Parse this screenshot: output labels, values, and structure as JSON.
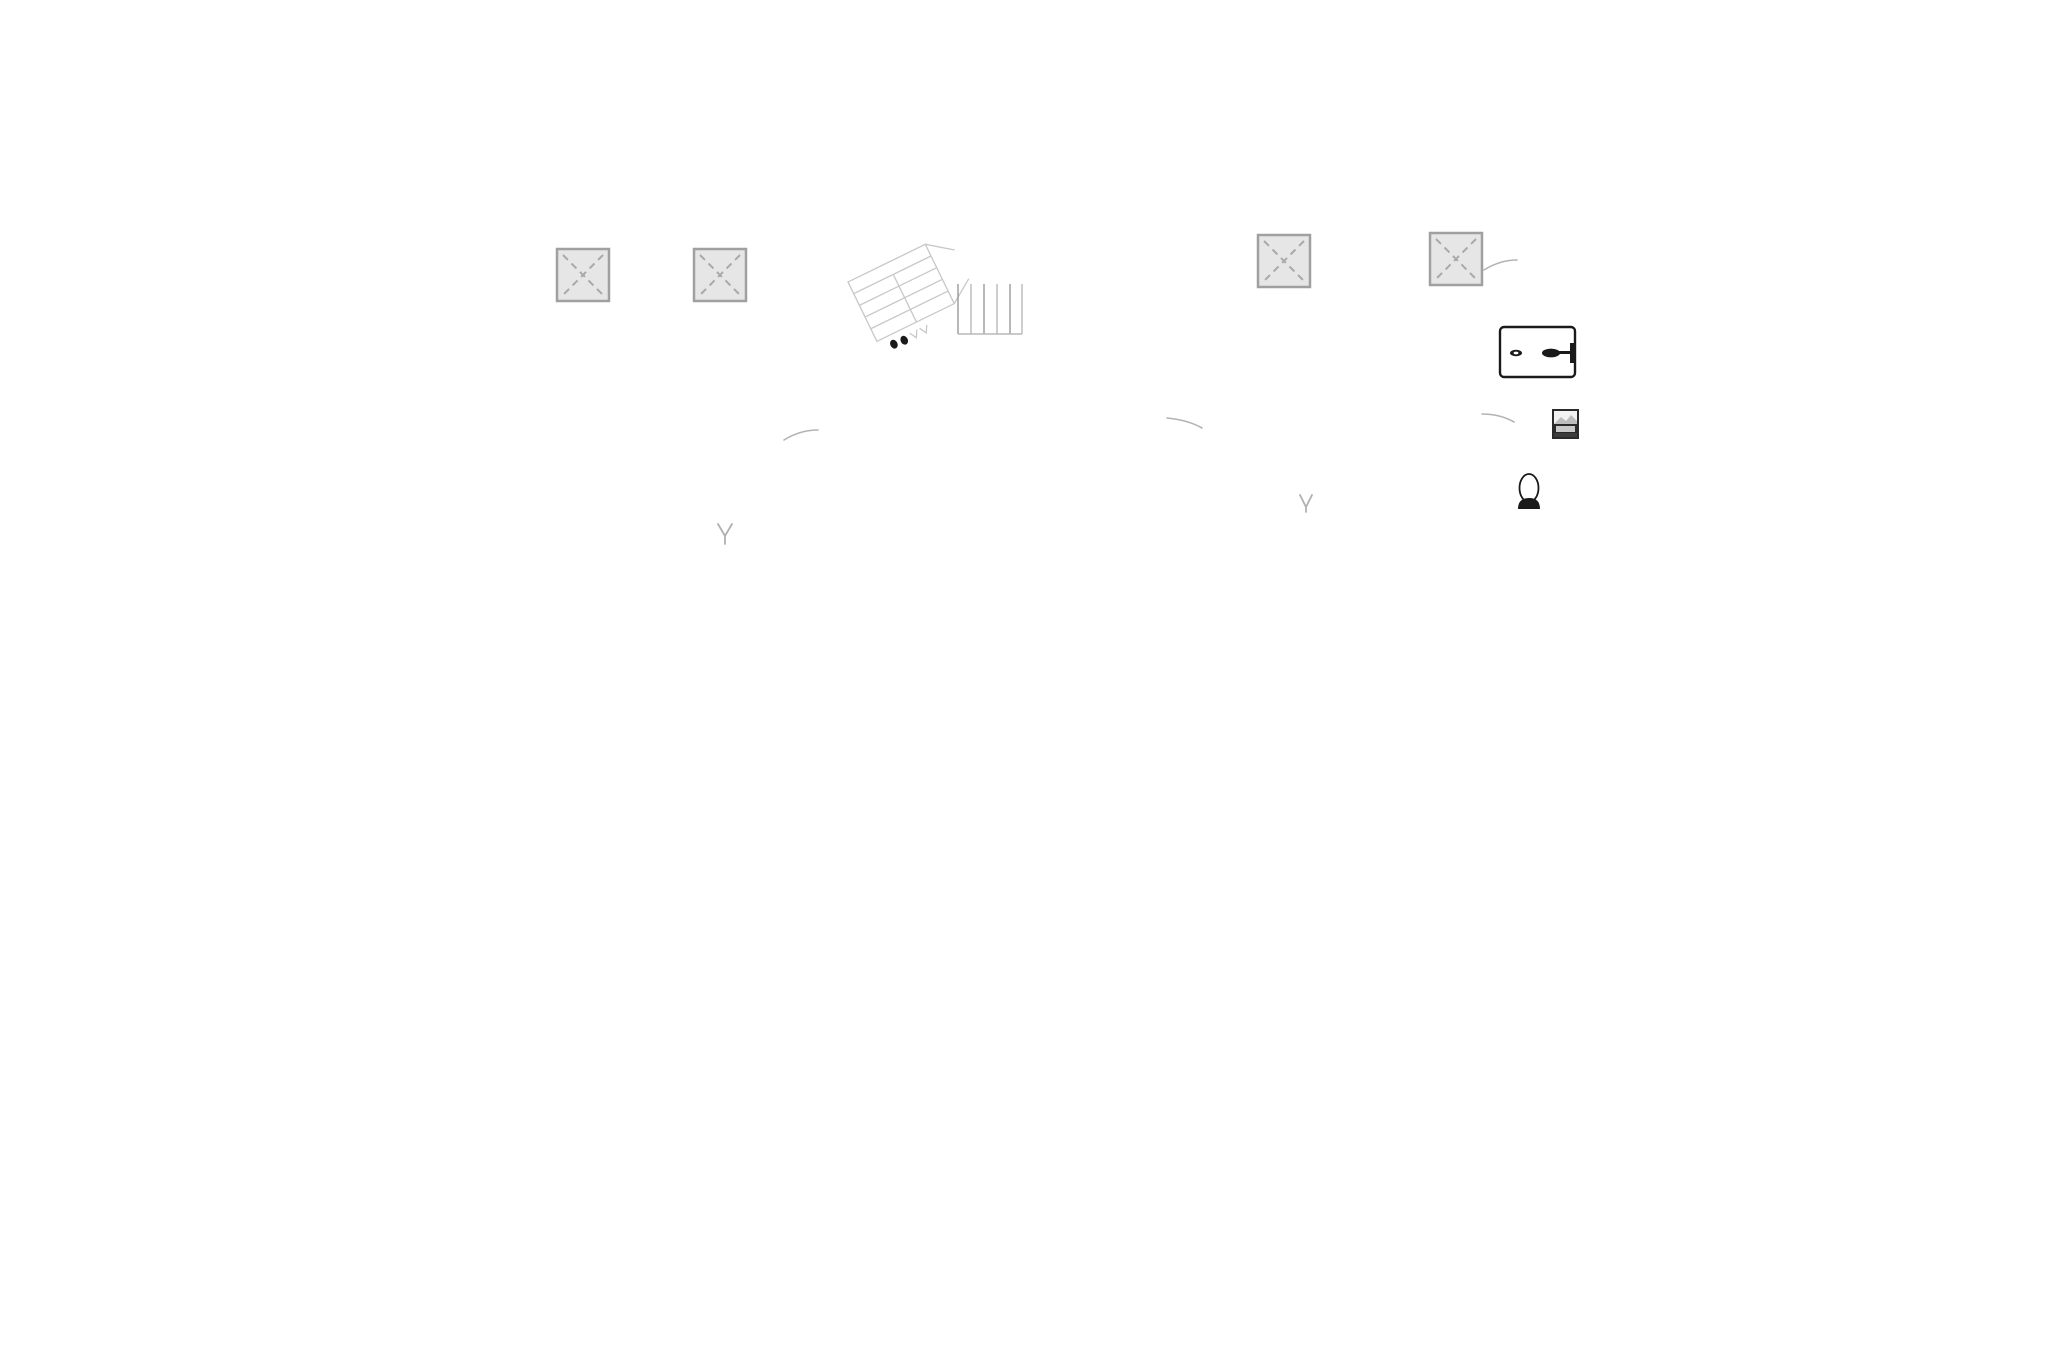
{
  "canvas": {
    "background": "#ffffff"
  },
  "colors": {
    "placeholder_fill": "#e6e6e6",
    "placeholder_border": "#a0a0a0",
    "placeholder_cross": "#a9a9a9",
    "connector": "#b3b3b3",
    "ink": "#1a1a1a"
  },
  "diagram": {
    "left_group": {
      "placeholder_images": [
        "broken-image-icon",
        "broken-image-icon"
      ],
      "sketches": [
        "tilted-form-sketch",
        "vertical-stripes-sketch"
      ],
      "connectors": [
        "arc-connector",
        "fork-connector"
      ]
    },
    "right_group": {
      "placeholder_images": [
        "broken-image-icon",
        "broken-image-icon"
      ],
      "icons": [
        "device-screen-icon",
        "photo-thumbnail-icon",
        "person-bust-icon"
      ],
      "connectors": [
        "arc-connector",
        "arc-connector",
        "arc-connector",
        "fork-connector"
      ]
    }
  }
}
